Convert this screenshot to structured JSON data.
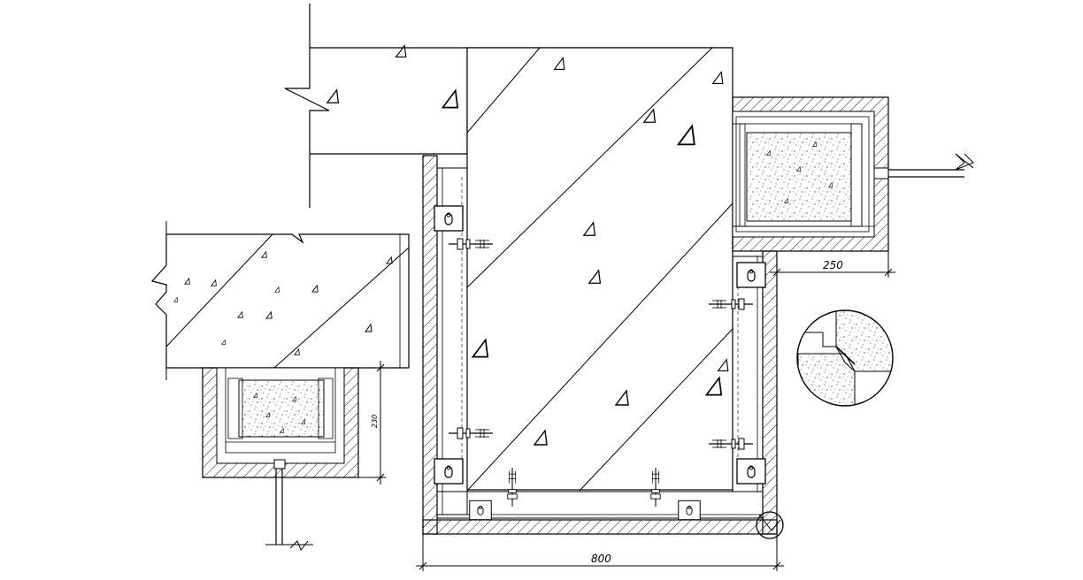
{
  "drawing": {
    "dimensions": {
      "bottom_width": "800",
      "right_offset": "250",
      "left_height": "230"
    }
  }
}
